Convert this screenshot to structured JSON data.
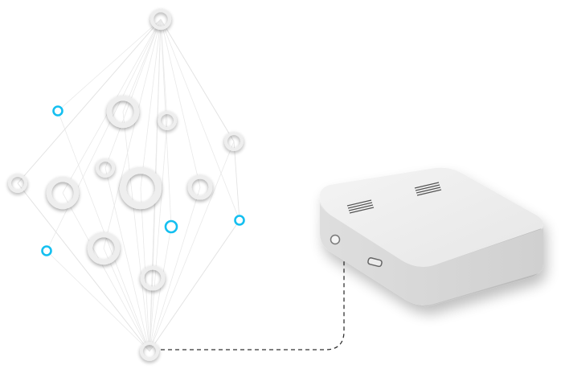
{
  "colors": {
    "accent": "#14bff0",
    "device_body": "#e2e2e2",
    "node_ring": "#eeeeee",
    "cable": "#333333"
  },
  "network": {
    "node_count": 16,
    "accent_node_count": 4
  },
  "device": {
    "icon": "router-box-icon",
    "port_icon": "round-port-icon",
    "usb_icon": "usb-port-icon",
    "vent_icon": "vent-grille-icon"
  },
  "cable": {
    "style": "dashed"
  }
}
